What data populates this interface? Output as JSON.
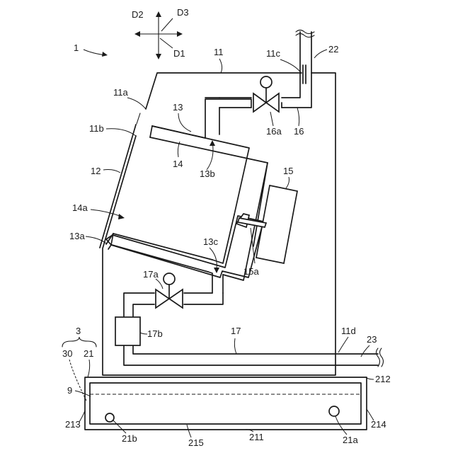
{
  "labels": {
    "device": "1",
    "dir_d1": "D1",
    "dir_d2": "D2",
    "dir_d3": "D3",
    "housing": "11",
    "housing_a": "11a",
    "housing_b": "11b",
    "housing_c": "11c",
    "housing_d": "11d",
    "door": "12",
    "tub": "13",
    "tub_a": "13a",
    "tub_b": "13b",
    "tub_c": "13c",
    "drum": "14",
    "drum_a": "14a",
    "motor": "15",
    "motor_a": "15a",
    "supply_pipe": "16",
    "supply_valve": "16a",
    "drain_pipe": "17",
    "drain_valve": "17a",
    "drain_pump": "17b",
    "inlet_pipe": "22",
    "outlet_pipe": "23",
    "tank_unit": "3",
    "tank_water_level": "30",
    "tank": "21",
    "water": "9",
    "tank_outlet": "21a",
    "tank_inlet": "21b",
    "tank_bottom": "211",
    "tank_top": "212",
    "tank_left_wall": "213",
    "tank_right_wall": "214",
    "tank_floor": "215"
  }
}
